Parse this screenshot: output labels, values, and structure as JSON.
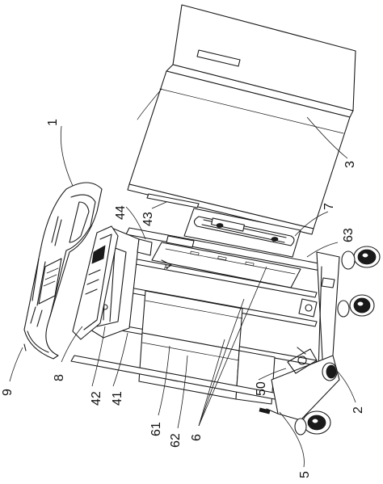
{
  "figure": {
    "callouts": [
      {
        "id": "c1",
        "text": "1"
      },
      {
        "id": "c2",
        "text": "2"
      },
      {
        "id": "c3",
        "text": "3"
      },
      {
        "id": "c5",
        "text": "5"
      },
      {
        "id": "c6",
        "text": "6"
      },
      {
        "id": "c7",
        "text": "7"
      },
      {
        "id": "c8",
        "text": "8"
      },
      {
        "id": "c9",
        "text": "9"
      },
      {
        "id": "c41",
        "text": "41"
      },
      {
        "id": "c42",
        "text": "42"
      },
      {
        "id": "c43",
        "text": "43"
      },
      {
        "id": "c44",
        "text": "44"
      },
      {
        "id": "c50",
        "text": "50"
      },
      {
        "id": "c61",
        "text": "61"
      },
      {
        "id": "c62",
        "text": "62"
      },
      {
        "id": "c63",
        "text": "63"
      }
    ]
  }
}
